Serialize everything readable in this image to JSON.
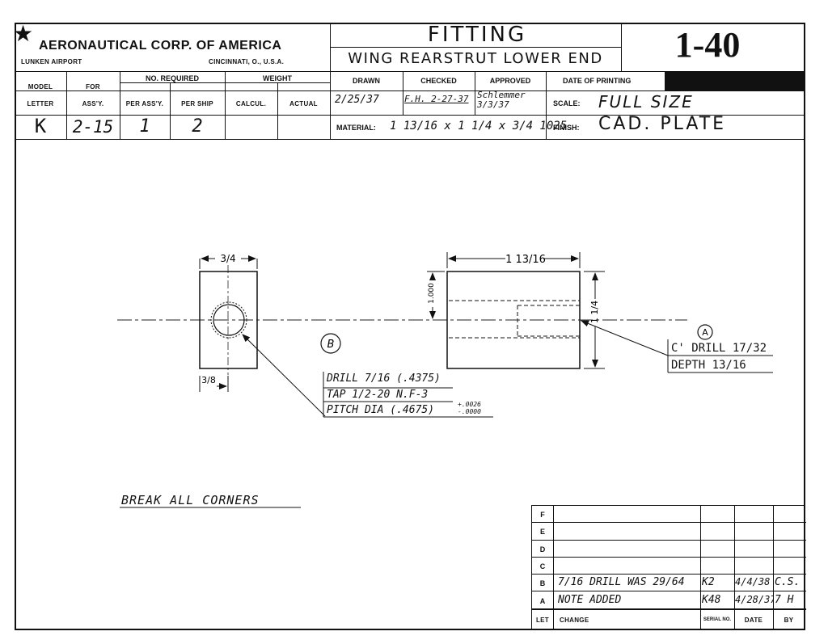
{
  "header": {
    "company_name": "AERONAUTICAL CORP. OF AMERICA",
    "location_left": "LUNKEN AIRPORT",
    "location_right": "CINCINNATI, O., U.S.A.",
    "part_name": "FITTING",
    "part_description": "WING REARSTRUT LOWER END",
    "drawing_number": "1-40"
  },
  "info_table": {
    "model_label": "MODEL",
    "letter_label": "LETTER",
    "for_label": "FOR",
    "assy_label": "ASS'Y.",
    "no_required_label": "NO. REQUIRED",
    "per_assy_label": "PER ASS'Y.",
    "per_ship_label": "PER SHIP",
    "weight_label": "WEIGHT",
    "calcul_label": "CALCUL.",
    "actual_label": "ACTUAL",
    "model_value": "K",
    "for_value": "2-15",
    "per_assy_value": "1",
    "per_ship_value": "2",
    "drawn_label": "DRAWN",
    "checked_label": "CHECKED",
    "approved_label": "APPROVED",
    "drawn_value": "2/25/37",
    "checked_value": "F.H. 2-27-37",
    "approved_value": "Schlemmer 3/3/37",
    "date_printing_label": "DATE OF PRINTING",
    "scale_label": "SCALE:",
    "scale_value": "FULL SIZE",
    "material_label": "MATERIAL:",
    "material_value": "1 13/16 x 1 1/4 x 3/4   1025",
    "finish_label": "FINISH:",
    "finish_value": "CAD. PLATE"
  },
  "drawing": {
    "dim_width_left": "3/4",
    "dim_offset_left": "3/8",
    "dim_length": "1 13/16",
    "dim_height_right": "1 1/4",
    "dim_small": "1.000",
    "label_b": "B",
    "label_a": "A",
    "note_b_line1": "DRILL 7/16 (.4375)",
    "note_b_line2": "TAP 1/2-20 N.F-3",
    "note_b_line3": "PITCH DIA (.4675)",
    "note_b_tol_plus": "+.0026",
    "note_b_tol_minus": "-.0000",
    "note_a_line1": "C' DRILL 17/32",
    "note_a_line2": "DEPTH 13/16",
    "general_note": "BREAK ALL CORNERS"
  },
  "revision_block": {
    "rows": [
      {
        "let": "F",
        "change": "",
        "serial": "",
        "date": "",
        "by": ""
      },
      {
        "let": "E",
        "change": "",
        "serial": "",
        "date": "",
        "by": ""
      },
      {
        "let": "D",
        "change": "",
        "serial": "",
        "date": "",
        "by": ""
      },
      {
        "let": "C",
        "change": "",
        "serial": "",
        "date": "",
        "by": ""
      },
      {
        "let": "B",
        "change": "7/16 DRILL WAS 29/64",
        "serial": "K2",
        "date": "4/4/38",
        "by": "C.S."
      },
      {
        "let": "A",
        "change": "NOTE ADDED",
        "serial": "K48",
        "date": "4/28/37",
        "by": "7 H"
      }
    ],
    "let_label": "LET",
    "change_label": "CHANGE",
    "serial_label": "SERIAL NO.",
    "date_label": "DATE",
    "by_label": "BY"
  }
}
